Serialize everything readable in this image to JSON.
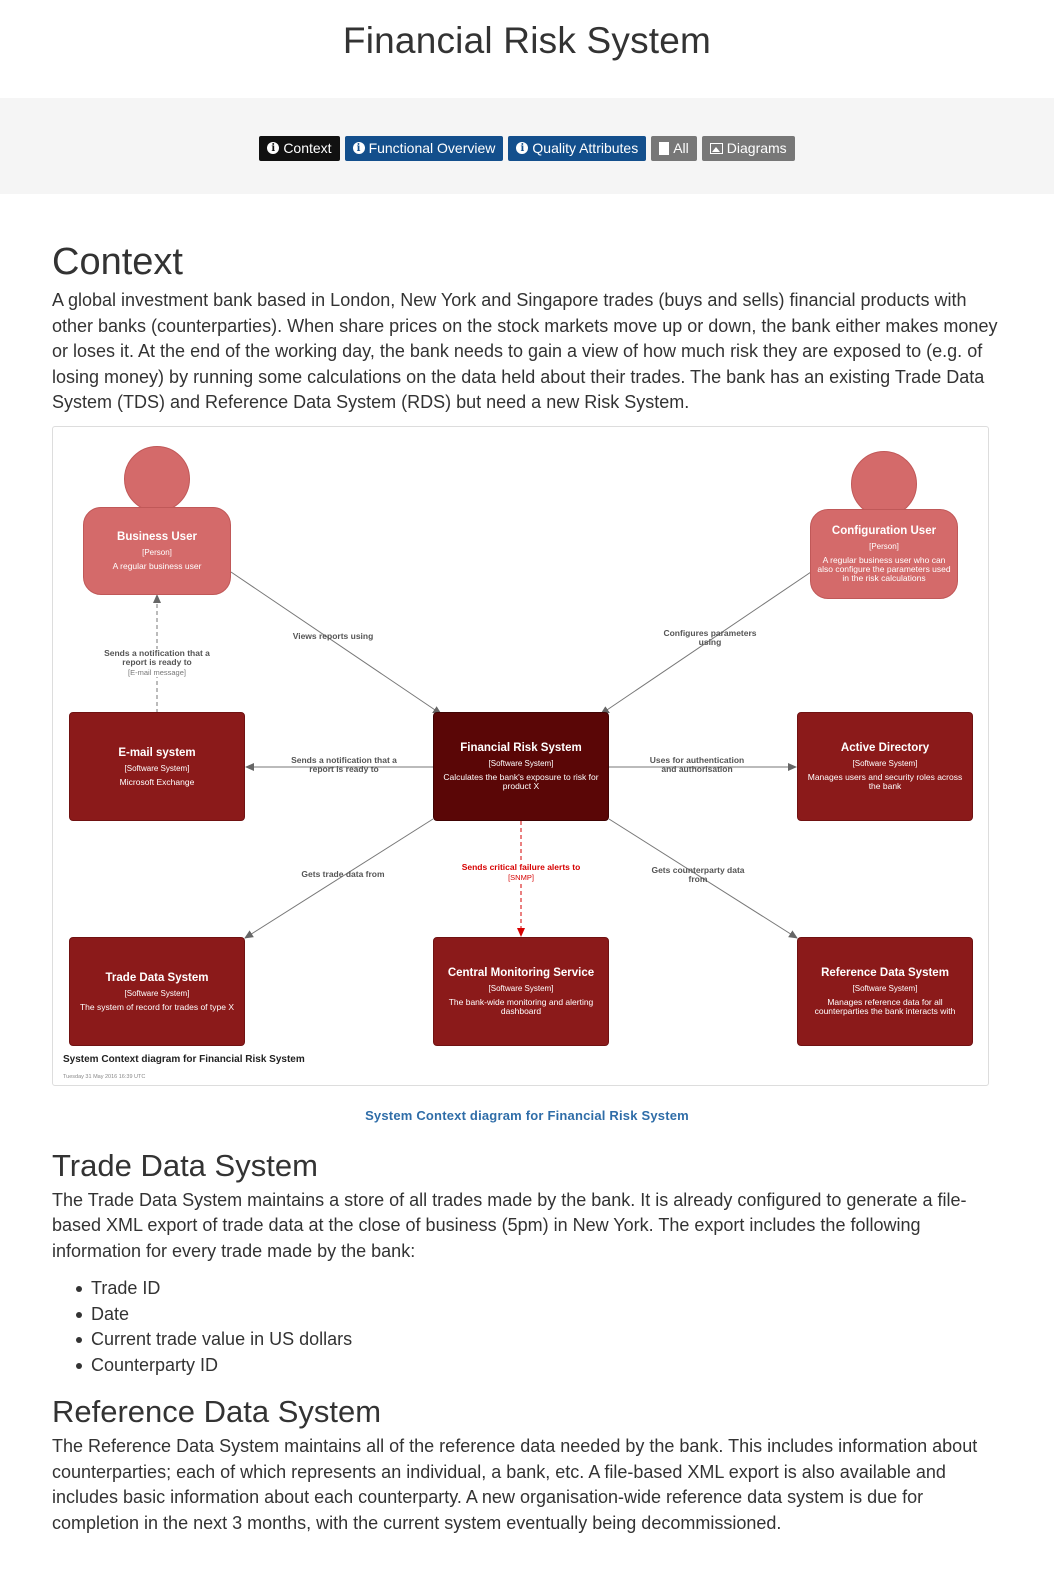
{
  "page": {
    "title": "Financial Risk System"
  },
  "nav": {
    "items": [
      {
        "label": "Context",
        "icon": "info-icon"
      },
      {
        "label": "Functional Overview",
        "icon": "info-icon"
      },
      {
        "label": "Quality Attributes",
        "icon": "info-icon"
      },
      {
        "label": "All",
        "icon": "document-icon"
      },
      {
        "label": "Diagrams",
        "icon": "image-icon"
      }
    ]
  },
  "context": {
    "heading": "Context",
    "paragraph": "A global investment bank based in London, New York and Singapore trades (buys and sells) financial products with other banks (counterparties). When share prices on the stock markets move up or down, the bank either makes money or loses it. At the end of the working day, the bank needs to gain a view of how much risk they are exposed to (e.g. of losing money) by running some calculations on the data held about their trades. The bank has an existing Trade Data System (TDS) and Reference Data System (RDS) but need a new Risk System."
  },
  "diagram": {
    "title": "System Context diagram for Financial Risk System",
    "date": "Tuesday 31 May 2016 16:39 UTC",
    "colors": {
      "person": "#d46a6a",
      "system": "#8b1a1a",
      "core": "#5a0606",
      "alert": "#d60000"
    },
    "nodes": {
      "business_user": {
        "name": "Business User",
        "tech": "[Person]",
        "desc": "A regular business user"
      },
      "config_user": {
        "name": "Configuration User",
        "tech": "[Person]",
        "desc": "A regular business user who can also configure the parameters used in the risk calculations"
      },
      "email": {
        "name": "E-mail system",
        "tech": "[Software System]",
        "desc": "Microsoft Exchange"
      },
      "frs": {
        "name": "Financial Risk System",
        "tech": "[Software System]",
        "desc": "Calculates the bank's exposure to risk for product X"
      },
      "ad": {
        "name": "Active Directory",
        "tech": "[Software System]",
        "desc": "Manages users and security roles across the bank"
      },
      "tds": {
        "name": "Trade Data System",
        "tech": "[Software System]",
        "desc": "The system of record for trades of type X"
      },
      "cms": {
        "name": "Central Monitoring Service",
        "tech": "[Software System]",
        "desc": "The bank-wide monitoring and alerting dashboard"
      },
      "rds": {
        "name": "Reference Data System",
        "tech": "[Software System]",
        "desc": "Manages reference data for all counterparties the bank interacts with"
      }
    },
    "edges": {
      "views": {
        "label": "Views reports using"
      },
      "configures": {
        "label": "Configures parameters using"
      },
      "notify_user": {
        "label": "Sends a notification that a report is ready to",
        "tech": "[E-mail message]"
      },
      "notify_email": {
        "label": "Sends a notification that a report is ready to"
      },
      "auth": {
        "label": "Uses for authentication and authorisation"
      },
      "trade": {
        "label": "Gets trade data from"
      },
      "alerts": {
        "label": "Sends critical failure alerts to",
        "tech": "[SNMP]"
      },
      "counterparty": {
        "label": "Gets counterparty data from"
      }
    }
  },
  "caption": "System Context diagram for Financial Risk System",
  "trade_data": {
    "heading": "Trade Data System",
    "paragraph": "The Trade Data System maintains a store of all trades made by the bank. It is already configured to generate a file-based XML export of trade data at the close of business (5pm) in New York. The export includes the following information for every trade made by the bank:",
    "items": [
      "Trade ID",
      "Date",
      "Current trade value in US dollars",
      "Counterparty ID"
    ]
  },
  "reference_data": {
    "heading": "Reference Data System",
    "paragraph": "The Reference Data System maintains all of the reference data needed by the bank. This includes information about counterparties; each of which represents an individual, a bank, etc. A file-based XML export is also available and includes basic information about each counterparty. A new organisation-wide reference data system is due for completion in the next 3 months, with the current system eventually being decommissioned."
  }
}
